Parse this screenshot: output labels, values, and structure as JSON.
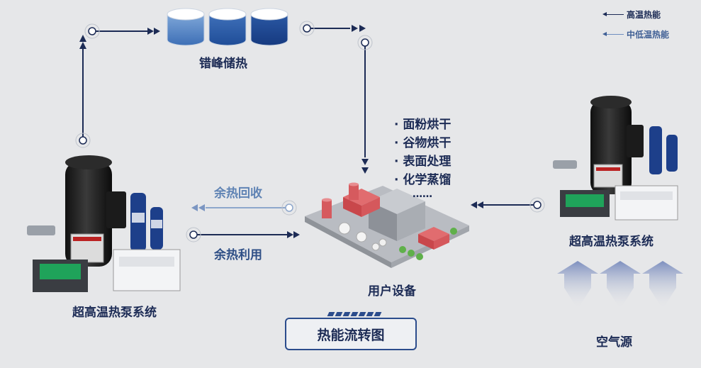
{
  "legend": {
    "high": "高温热能",
    "low": "中低温热能"
  },
  "storage_label": "错峰储热",
  "left_system_label": "超高温热泵系统",
  "right_system_label": "超高温热泵系统",
  "waste_heat_recovery": "余热回收",
  "waste_heat_use": "余热利用",
  "user_equipment": "用户设备",
  "uses": [
    "· 面粉烘干",
    "· 谷物烘干",
    "· 表面处理",
    "· 化学蒸馏",
    "……"
  ],
  "air_source": "空气源",
  "title": "热能流转图",
  "colors": {
    "high": "#1c2b55",
    "low": "#6f8fc0",
    "background": "#e6e7e9"
  }
}
